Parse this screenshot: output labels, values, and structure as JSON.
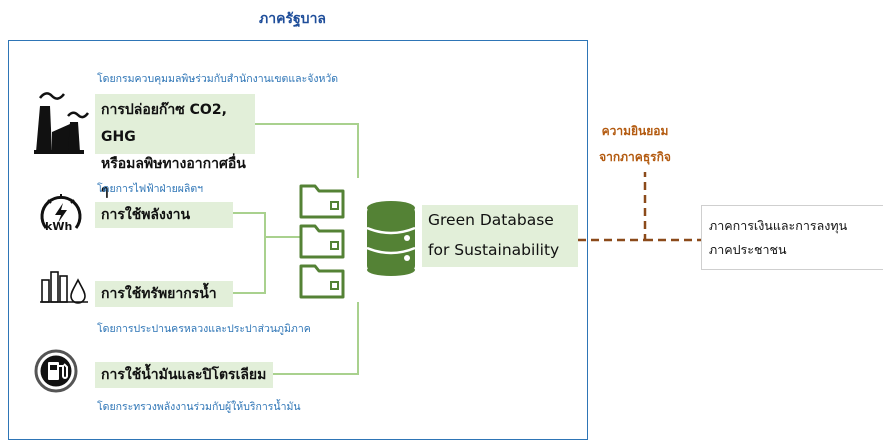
{
  "government": {
    "title": "ภาครัฐบาล"
  },
  "sources": [
    {
      "note": "โดยกรมควบคุมมลพิษร่วมกับสำนักงานเขตและจังหวัด",
      "line1": "การปล่อยก๊าซ CO2, GHG",
      "line2": "หรือมลพิษทางอากาศอื่น ๆ",
      "icon": "factory-icon"
    },
    {
      "note": "โดยการไฟฟ้าฝ่ายผลิตฯ",
      "label": "การใช้พลังงาน",
      "icon": "kwh-meter-icon",
      "icon_text": "kWh"
    },
    {
      "note": "โดยการประปานครหลวงและประปาส่วนภูมิภาค",
      "label": "การใช้ทรัพยากรน้ำ",
      "icon": "water-usage-icon"
    },
    {
      "note": "โดยกระทรวงพลังงานร่วมกับผู้ให้บริการน้ำมัน",
      "label": "การใช้น้ำมันและปิโตรเลียม",
      "icon": "fuel-pump-icon"
    }
  ],
  "database": {
    "line1": "Green Database",
    "line2": "for Sustainability",
    "icon": "database-icon",
    "folder_icon": "folder-icon"
  },
  "consent": {
    "line1": "ความยินยอม",
    "line2": "จากภาคธุรกิจ"
  },
  "finance": {
    "line1": "ภาคการเงินและการลงทุน",
    "line2": "ภาคประชาชน"
  },
  "colors": {
    "frame": "#2e75b6",
    "title": "#1f4e9a",
    "note": "#2e75b6",
    "label_bg": "#e2efd9",
    "green": "#548235",
    "connector": "#a9d18e",
    "dashed": "#8b4a1a",
    "consent_text": "#b35a0f"
  }
}
